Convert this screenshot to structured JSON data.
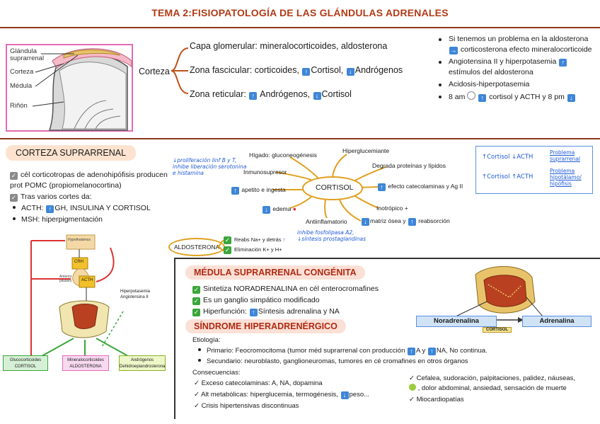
{
  "title": "TEMA 2:FISIOPATOLOGÍA DE LAS GLÁNDULAS ADRENALES",
  "anatomy": {
    "labels": [
      "Glándula\nsuprarrenal",
      "Corteza",
      "Médula",
      "Riñón"
    ]
  },
  "corteza": {
    "label": "Corteza",
    "zones": [
      {
        "pre": "Capa glomerular: mineralocorticoides, aldosterona",
        "parts": []
      },
      {
        "pre": "Zona fascicular: corticoides, ",
        "up": "Cortisol, ",
        "down": "Andrógenos"
      },
      {
        "pre": "Zona reticular: ",
        "up": " Andrógenos, ",
        "down": "Cortisol"
      }
    ]
  },
  "right_notes": {
    "items": [
      {
        "a": "Si tenemos un problema en la aldosterona",
        "b": " corticosterona efecto mineralocorticoide"
      },
      {
        "a": "Angiotensina II y hiperpotasemia ",
        "b": " estímulos del aldosterona"
      },
      {
        "a": "Acidosis-hiperpotasemia",
        "b": ""
      },
      {
        "a": "8 am ",
        "b": "  cortisol y ACTH y 8 pm "
      }
    ]
  },
  "corteza_supra": {
    "heading": "CORTEZA SUPRARRENAL",
    "line1": "cél corticotropas de adenohipófisis producen prot POMC (propiomelanocortina)",
    "line2": "Tras varios cortes da:",
    "acth": "ACTH: ",
    "acth_rest": "GH, INSULINA Y CORTISOL",
    "msh": "MSH: hiperpigmentación"
  },
  "cortisol_map": {
    "center": "CORTISOL",
    "higado": "Hígado: gluconeogénesis",
    "hiperglu": "Hiperglucemiante",
    "degrada": "Degrada proteínas y lípidos",
    "efecto": "efecto catecolaminas y Ag II",
    "inotropico": "Inotrópico +",
    "matriz": "matriz ósea y ",
    "reabs": " reabsorción",
    "antiinf": "Antiinflamatorio",
    "edema": "edema",
    "apetito": "apetito e ingesta",
    "inmuno": "Inmunosupresor",
    "note_inmuno": "↓proliferación linf B y T, inhibe liberación serotonina e histamina",
    "note_antiinf": "inhibe fosfolipasa A2, ↓síntesis prostaglandinas"
  },
  "feedback_box": {
    "row1": "↑Cortisol ↓ACTH",
    "row1b": "Problema suprarrenal",
    "row2": "↑Cortisol ↑ACTH",
    "row2b": "Problema hipotálamo/ hipófisis"
  },
  "aldosterona": {
    "label": "ALDOSTERONA",
    "l1": "Reabs Na+ y detrás",
    "l2": "Eliminación K+ y H+"
  },
  "axis": {
    "hipotalamo": "Hypothalamus",
    "crh": "CRH",
    "acth": "ACTH",
    "hipofisis": "Anterior pituitary",
    "note": "Hiperpotasemia Angiotensina II",
    "b1": "Glucocorticoides CORTISOL",
    "b2": "Mineralocorticoides ALDOSTERONA",
    "b3": "Andrógenos Dehidroepiandrosterona"
  },
  "medula": {
    "heading": "MÉDULA SUPRARRENAL CONGÉNITA",
    "items": [
      "Sintetiza NORADRENALINA en cél enterocromafines",
      "Es un ganglio simpático modificado",
      "Hiperfunción: "
    ],
    "hiper_rest": "Síntesis adrenalina y NA",
    "nor": "Noradrenalina",
    "adr": "Adrenalina",
    "cortisol_tag": "CORTISOL"
  },
  "sindrome": {
    "heading": "SÍNDROME HIPERADRENÉRGICO",
    "etiologia": "Etiología:",
    "primario": "Primario: Feocromocitoma (tumor méd suprarrenal con producción ",
    "primario_b": "A y ",
    "primario_c": "NA, No continua.",
    "secundario": "Secundario: neuroblasto, ganglioneuromas, tumores en cé cromafines en otros órganos",
    "consecuencias": "Consecuencias:",
    "c1": "Exceso catecolaminas: A, NA, dopamina",
    "c2": "Alt metabólicas: hiperglucemia, termogénesis, ",
    "c2b": "peso...",
    "c3": "Crisis hipertensivas discontinuas",
    "r1": "Cefalea, sudoración, palpitaciones, palidez, náuseas, ",
    "r1b": " , dolor abdominal, ansiedad, sensación de muerte",
    "r2": "Miocardiopatías"
  },
  "colors": {
    "accent": "#b23a16",
    "blue": "#1f5bd6",
    "green": "#3aa63a",
    "pink_frame": "#e26bb5"
  }
}
